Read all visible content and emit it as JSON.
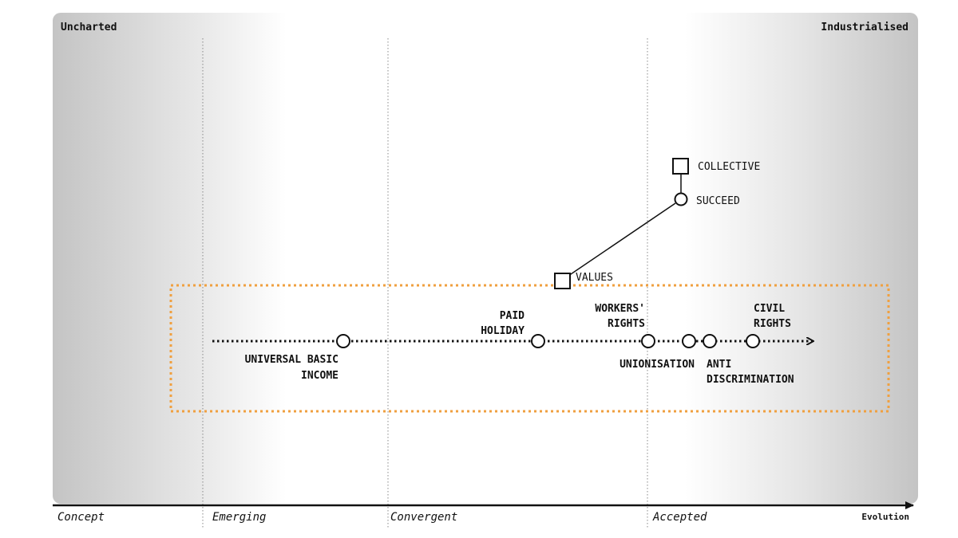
{
  "corners": {
    "left": "Uncharted",
    "right": "Industrialised"
  },
  "axis": {
    "stages": [
      "Concept",
      "Emerging",
      "Convergent",
      "Accepted"
    ],
    "label": "Evolution"
  },
  "components": {
    "collective": "COLLECTIVE",
    "succeed": "SUCCEED",
    "values": "VALUES"
  },
  "pipeline": {
    "ubi": [
      "UNIVERSAL BASIC",
      "INCOME"
    ],
    "paid_holiday": [
      "PAID",
      "HOLIDAY"
    ],
    "workers_rights": [
      "WORKERS'",
      "RIGHTS"
    ],
    "unionisation": "UNIONISATION",
    "anti_discrimination": [
      "ANTI",
      "DISCRIMINATION"
    ],
    "civil_rights": [
      "CIVIL",
      "RIGHTS"
    ]
  },
  "colors": {
    "highlight_box": "#f0a040",
    "shade": "#c8c8c8",
    "ink": "#111111"
  }
}
